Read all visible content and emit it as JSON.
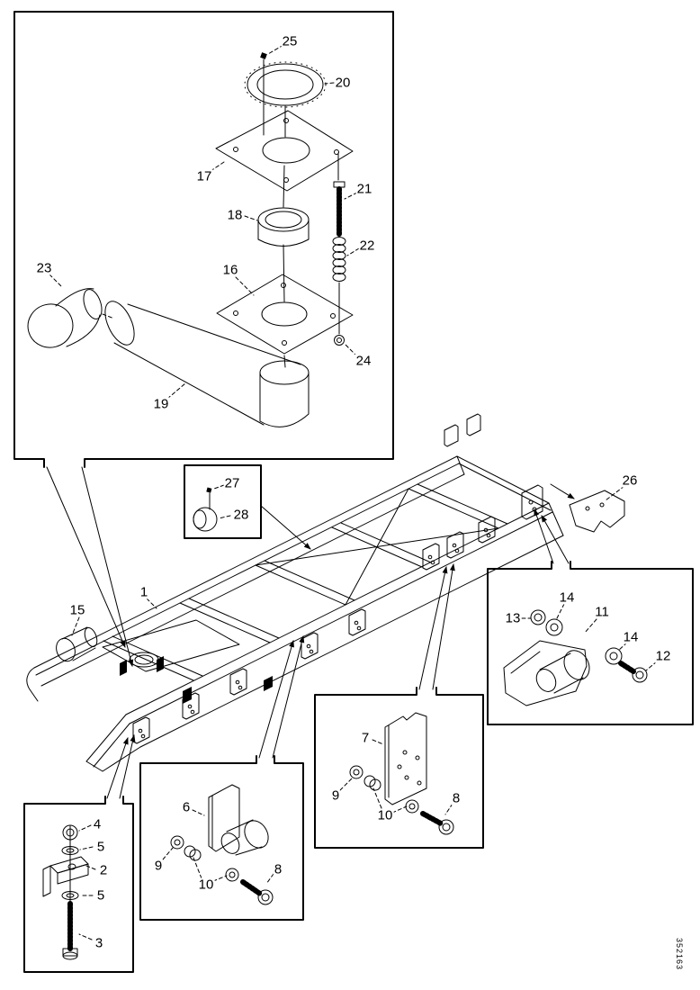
{
  "document": {
    "drawing_number": "352163",
    "ink_color": "#000000",
    "paper_color": "#ffffff"
  },
  "callouts": [
    {
      "label": "25",
      "part": "screw",
      "group": "chute-assembly-inset"
    },
    {
      "label": "20",
      "part": "ring",
      "group": "chute-assembly-inset"
    },
    {
      "label": "17",
      "part": "upper-flange-plate",
      "group": "chute-assembly-inset"
    },
    {
      "label": "18",
      "part": "spacer-ring",
      "group": "chute-assembly-inset"
    },
    {
      "label": "21",
      "part": "bolt",
      "group": "chute-assembly-inset"
    },
    {
      "label": "22",
      "part": "spring",
      "group": "chute-assembly-inset"
    },
    {
      "label": "16",
      "part": "lower-flange-plate",
      "group": "chute-assembly-inset"
    },
    {
      "label": "24",
      "part": "nut",
      "group": "chute-assembly-inset"
    },
    {
      "label": "23",
      "part": "elbow-pipe",
      "group": "chute-assembly-inset"
    },
    {
      "label": "19",
      "part": "discharge-tube",
      "group": "chute-assembly-inset"
    },
    {
      "label": "27",
      "part": "screw",
      "group": "plug-inset"
    },
    {
      "label": "28",
      "part": "plug",
      "group": "plug-inset"
    },
    {
      "label": "1",
      "part": "main-frame",
      "group": "frame"
    },
    {
      "label": "15",
      "part": "elbow-pipe",
      "group": "frame"
    },
    {
      "label": "26",
      "part": "end-bracket",
      "group": "frame"
    },
    {
      "label": "13",
      "part": "nut",
      "group": "bushing-bracket-inset"
    },
    {
      "label": "14",
      "part": "washer",
      "group": "bushing-bracket-inset"
    },
    {
      "label": "11",
      "part": "bushing-bracket",
      "group": "bushing-bracket-inset"
    },
    {
      "label": "14",
      "part": "washer",
      "group": "bushing-bracket-inset"
    },
    {
      "label": "12",
      "part": "bolt",
      "group": "bushing-bracket-inset"
    },
    {
      "label": "7",
      "part": "mount-plate",
      "group": "mount-plate-inset"
    },
    {
      "label": "9",
      "part": "nut",
      "group": "mount-plate-inset"
    },
    {
      "label": "10",
      "part": "washer",
      "group": "mount-plate-inset"
    },
    {
      "label": "8",
      "part": "bolt",
      "group": "mount-plate-inset"
    },
    {
      "label": "6",
      "part": "tube-bracket",
      "group": "tube-bracket-inset"
    },
    {
      "label": "9",
      "part": "nut",
      "group": "tube-bracket-inset"
    },
    {
      "label": "10",
      "part": "washer",
      "group": "tube-bracket-inset"
    },
    {
      "label": "8",
      "part": "bolt",
      "group": "tube-bracket-inset"
    },
    {
      "label": "4",
      "part": "nut",
      "group": "anchor-bolt-inset"
    },
    {
      "label": "5",
      "part": "washer",
      "group": "anchor-bolt-inset"
    },
    {
      "label": "2",
      "part": "angle-bracket",
      "group": "anchor-bolt-inset"
    },
    {
      "label": "5",
      "part": "washer",
      "group": "anchor-bolt-inset"
    },
    {
      "label": "3",
      "part": "bolt",
      "group": "anchor-bolt-inset"
    }
  ]
}
